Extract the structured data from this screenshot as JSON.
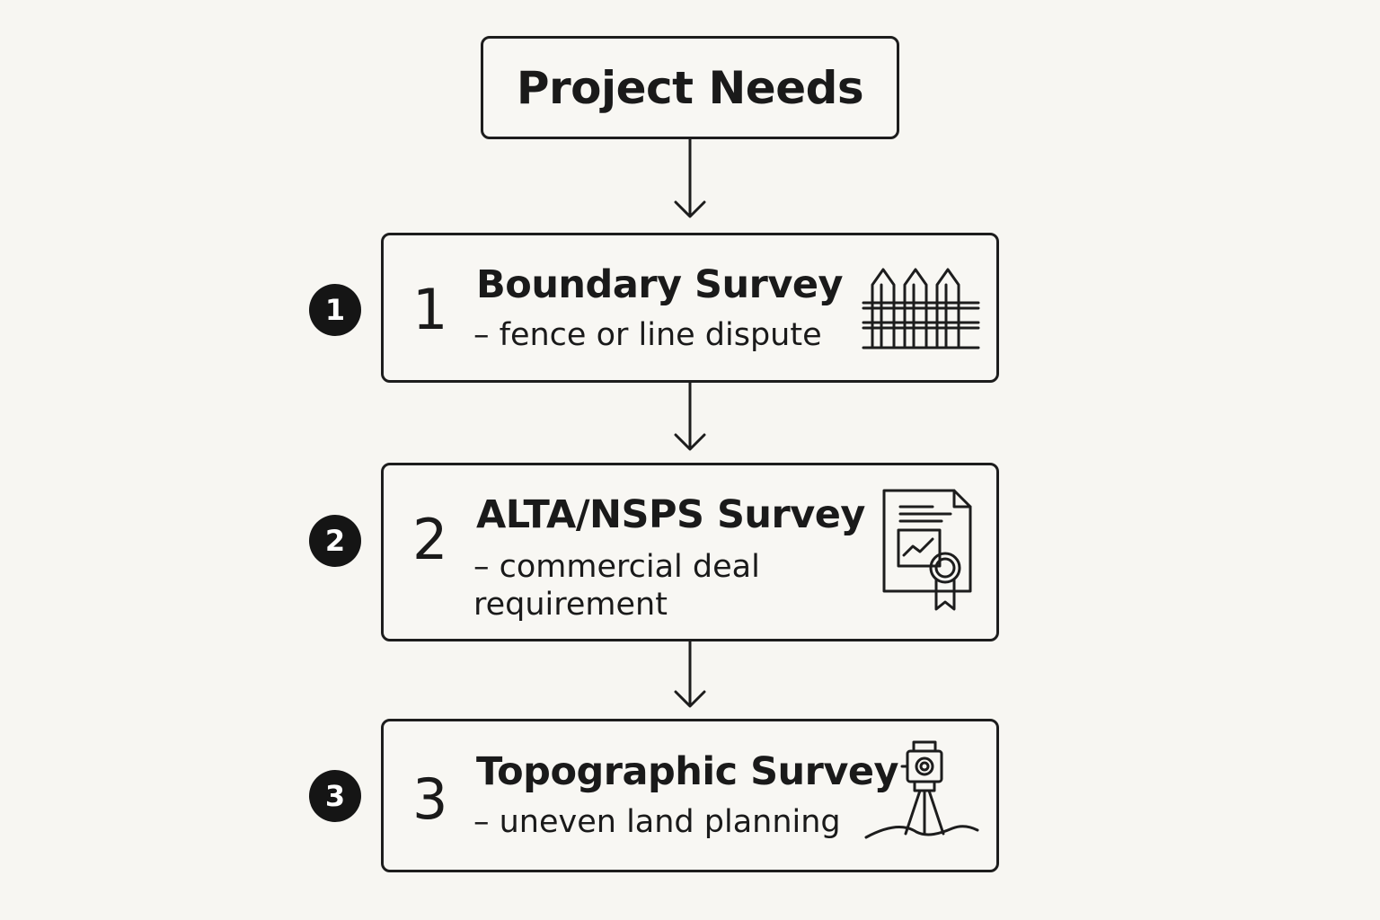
{
  "top": {
    "title": "Project Needs"
  },
  "steps": [
    {
      "badge": "1",
      "number": "1",
      "title": "Boundary Survey",
      "description": "– fence or line dispute",
      "icon": "fence-icon"
    },
    {
      "badge": "2",
      "number": "2",
      "title": "ALTA/NSPS Survey",
      "description": "– commercial deal requirement",
      "icon": "certificate-document-icon"
    },
    {
      "badge": "3",
      "number": "3",
      "title": "Topographic Survey",
      "description": "– uneven land planning",
      "icon": "surveying-instrument-icon"
    }
  ],
  "colors": {
    "background": "#f7f6f2",
    "stroke": "#1d1d1d",
    "badge": "#151515"
  }
}
